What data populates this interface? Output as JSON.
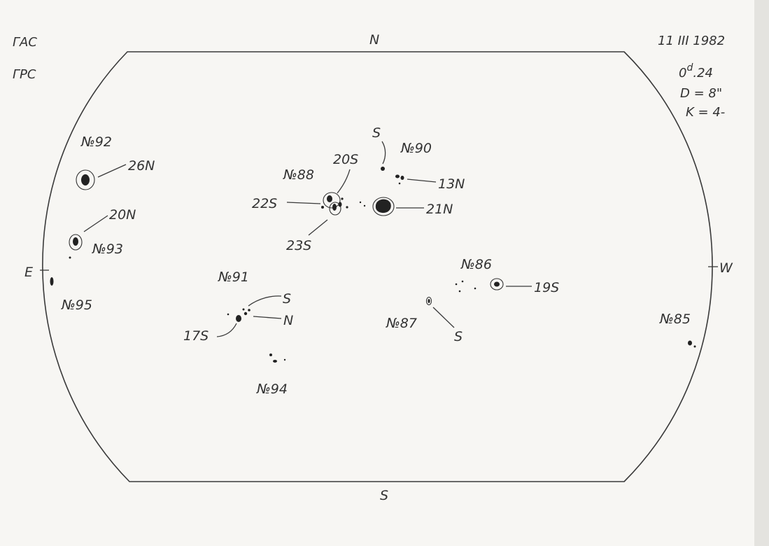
{
  "header": {
    "left_line1": "ГАС",
    "left_line2": "ГРС",
    "date": "11 III 1982",
    "time_base": "0",
    "time_sup": "d",
    "time_rest": ".24",
    "diameter": "D = 8\"",
    "index": "K = 4-"
  },
  "compass": {
    "north": "N",
    "south": "S",
    "east": "E",
    "west": "W"
  },
  "groups": {
    "g92": {
      "name": "№92",
      "lat": "26N"
    },
    "g93": {
      "name": "№93",
      "lat": "20N"
    },
    "g95": {
      "name": "№95"
    },
    "g88": {
      "name": "№88",
      "lat_a": "20S",
      "lat_b": "22S",
      "lat_c": "23S"
    },
    "g90": {
      "name": "№90",
      "pole": "S",
      "lat_a": "13N",
      "lat_b": "21N"
    },
    "g91": {
      "name": "№91",
      "pole_s": "S",
      "pole_n": "N",
      "lat": "17S"
    },
    "g94": {
      "name": "№94"
    },
    "g86": {
      "name": "№86",
      "lat": "19S"
    },
    "g87": {
      "name": "№87",
      "pole": "S"
    },
    "g85": {
      "name": "№85"
    }
  }
}
